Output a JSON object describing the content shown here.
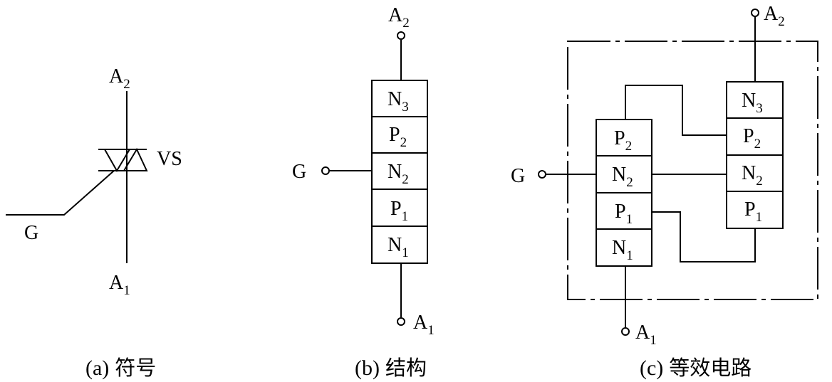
{
  "symbol": {
    "a2": {
      "main": "A",
      "sub": "2"
    },
    "a1": {
      "main": "A",
      "sub": "1"
    },
    "gate": "G",
    "device": "VS",
    "caption": {
      "prefix": "(a)",
      "title": "符号"
    }
  },
  "structure": {
    "a2": {
      "main": "A",
      "sub": "2"
    },
    "a1": {
      "main": "A",
      "sub": "1"
    },
    "gate": "G",
    "layers": [
      {
        "main": "N",
        "sub": "3"
      },
      {
        "main": "P",
        "sub": "2"
      },
      {
        "main": "N",
        "sub": "2"
      },
      {
        "main": "P",
        "sub": "1"
      },
      {
        "main": "N",
        "sub": "1"
      }
    ],
    "caption": {
      "prefix": "(b)",
      "title": "结构"
    }
  },
  "equivalent": {
    "a2": {
      "main": "A",
      "sub": "2"
    },
    "a1": {
      "main": "A",
      "sub": "1"
    },
    "gate": "G",
    "left_stack": [
      {
        "main": "P",
        "sub": "2"
      },
      {
        "main": "N",
        "sub": "2"
      },
      {
        "main": "P",
        "sub": "1"
      },
      {
        "main": "N",
        "sub": "1"
      }
    ],
    "right_stack": [
      {
        "main": "N",
        "sub": "3"
      },
      {
        "main": "P",
        "sub": "2"
      },
      {
        "main": "N",
        "sub": "2"
      },
      {
        "main": "P",
        "sub": "1"
      }
    ],
    "caption": {
      "prefix": "(c)",
      "title": "等效电路"
    }
  }
}
